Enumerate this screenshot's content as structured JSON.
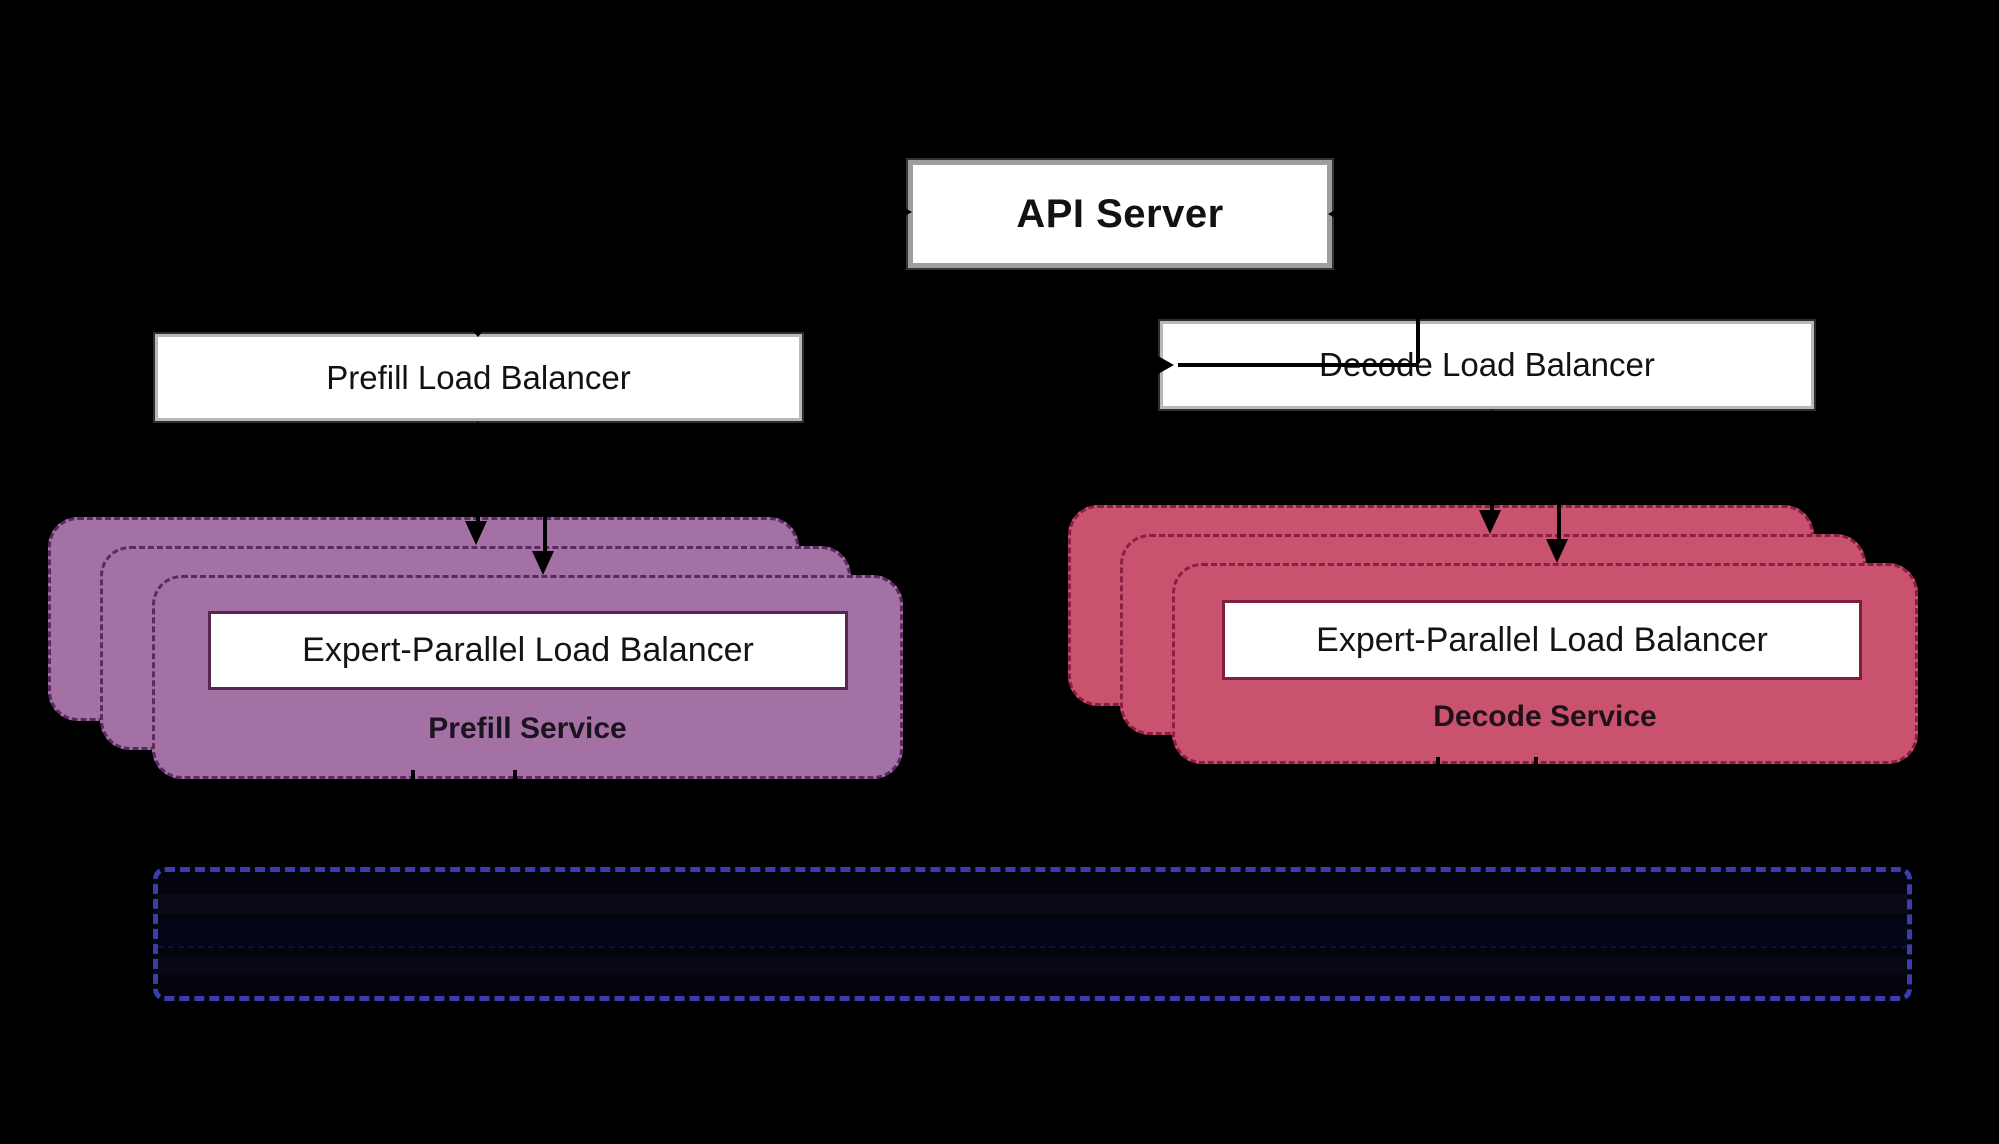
{
  "background": "#000000",
  "nodes": {
    "api_server": {
      "label": "API Server",
      "fill": "#ffffff",
      "border": "#9e9e9e",
      "text_color": "#121212"
    },
    "prefill_load_balancer": {
      "label": "Prefill Load Balancer",
      "fill": "#ffffff",
      "border": "#b8b8b8",
      "text_color": "#121212"
    },
    "decode_load_balancer": {
      "label": "Decode Load Balancer",
      "fill": "#ffffff",
      "border": "#b8b8b8",
      "text_color": "#121212"
    },
    "prefill_service_stack": {
      "replica_count": 3,
      "fill": "#a471a5",
      "border": "#5c2960",
      "inner_box_label": "Expert-Parallel Load Balancer",
      "inner_box_border": "#58254f",
      "service_label": "Prefill Service"
    },
    "decode_service_stack": {
      "replica_count": 3,
      "fill": "#c9536e",
      "border": "#8b1f41",
      "inner_box_label": "Expert-Parallel Load Balancer",
      "inner_box_border": "#7e1f3d",
      "service_label": "Decode Service"
    },
    "bottom_region": {
      "border": "#3c3cae",
      "fill": "#04040c"
    }
  },
  "edges": [
    {
      "from": "prefill_load_balancer",
      "to": "api_server",
      "direction": "bidirectional"
    },
    {
      "from": "decode_load_balancer",
      "to": "api_server",
      "direction": "bidirectional"
    },
    {
      "from": "prefill_load_balancer",
      "to": "prefill_service_stack",
      "direction": "bidirectional",
      "arrows_into_stack": 2
    },
    {
      "from": "decode_load_balancer",
      "to": "decode_service_stack",
      "direction": "bidirectional",
      "arrows_into_stack": 2
    },
    {
      "from": "prefill_service_stack",
      "to": "bottom_region",
      "direction": "down"
    },
    {
      "from": "decode_service_stack",
      "to": "bottom_region",
      "direction": "down"
    }
  ],
  "arrow_color": "#000000"
}
